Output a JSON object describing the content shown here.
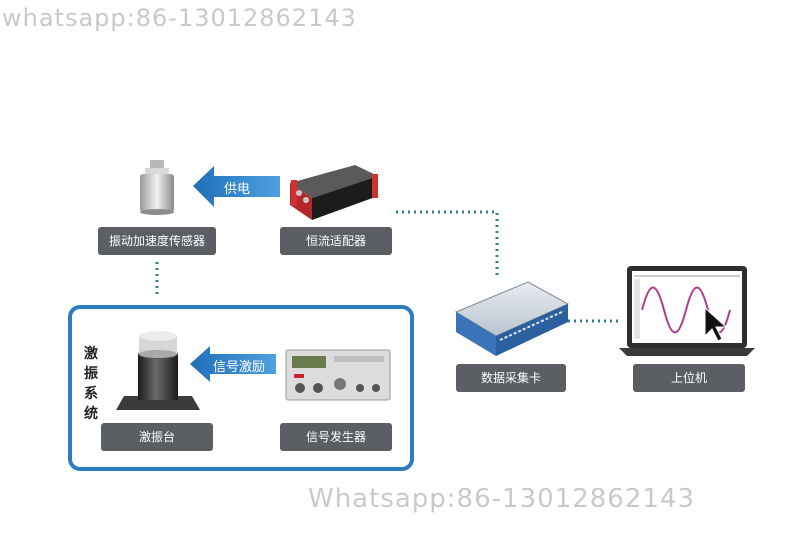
{
  "watermarks": {
    "top": "whatsapp:86-13012862143",
    "bottom": "Whatsapp:86-13012862143"
  },
  "nodes": {
    "sensor": "振动加速度传感器",
    "adapter": "恒流适配器",
    "daq": "数据采集卡",
    "computer": "上位机",
    "shaker": "激振台",
    "signal_generator": "信号发生器"
  },
  "system_title": "激振系统",
  "arrows": {
    "power": "供电",
    "excitation": "信号激励"
  },
  "colors": {
    "accent_blue": "#2f7dc1",
    "label_gray": "#5b5f63",
    "dotted_line": "#2f7f8e"
  }
}
